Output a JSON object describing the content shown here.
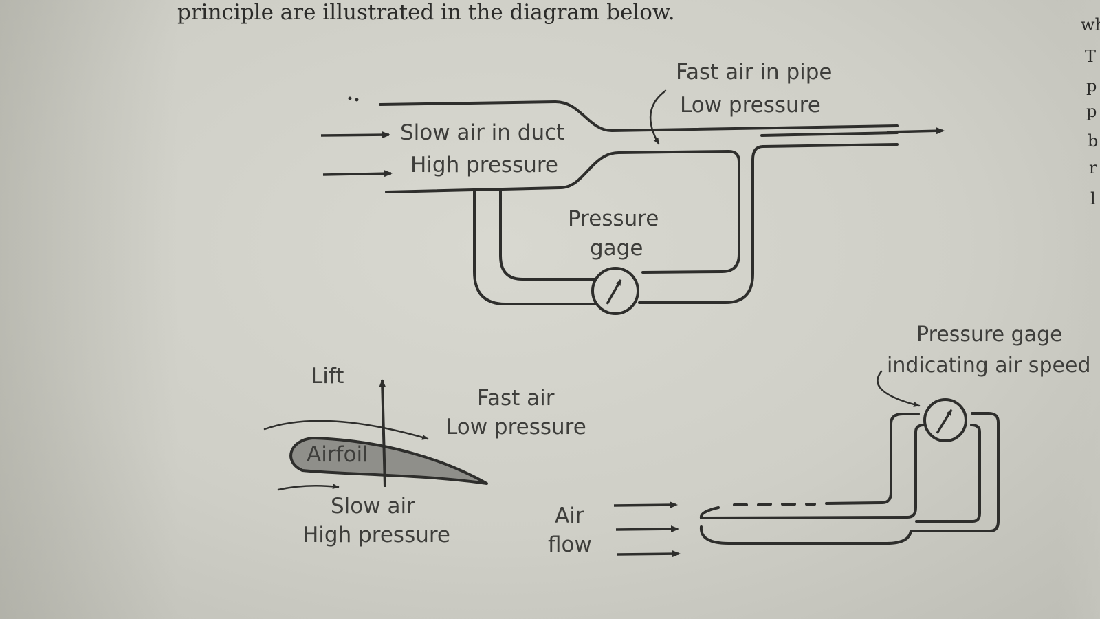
{
  "caption_fragment": "principle are illustrated in the diagram below.",
  "right_edge_letters": [
    "wh",
    "T",
    "p",
    "p",
    "b",
    "r",
    "l"
  ],
  "venturi": {
    "fast_air": "Fast air in pipe",
    "low_pressure": "Low pressure",
    "slow_air": "Slow air in duct",
    "high_pressure": "High pressure",
    "gage_line1": "Pressure",
    "gage_line2": "gage"
  },
  "airfoil": {
    "lift": "Lift",
    "fast_air": "Fast air",
    "low_pressure": "Low pressure",
    "airfoil_label": "Airfoil",
    "slow_air": "Slow air",
    "high_pressure": "High pressure"
  },
  "pitot": {
    "gage_line1": "Pressure gage",
    "gage_line2": "indicating air speed",
    "air": "Air",
    "flow": "flow"
  },
  "colors": {
    "paper": "#cfcfc7",
    "ink": "#2e2e2c",
    "airfoil_fill": "#8f8f8a"
  }
}
